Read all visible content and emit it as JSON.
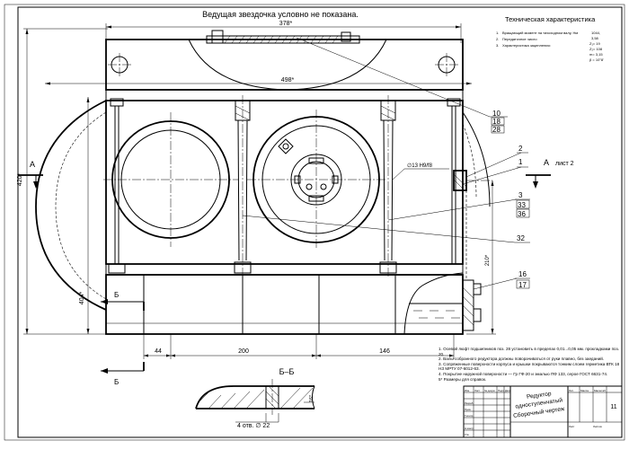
{
  "top_note": "Ведущая звездочка условно не показана.",
  "tech": {
    "title": "Техническая характеристика",
    "items": [
      {
        "num": "1.",
        "text": "Вращающий момент на тихоходном валу, Нм"
      },
      {
        "num": "2.",
        "text": "Передаточное число"
      },
      {
        "num": "3.",
        "text": "Характеристика зацепления:"
      }
    ],
    "values": [
      "1044,",
      "3,58",
      "Z₁= 19",
      "Z₂= 108",
      "m= 3,15",
      "β = 10°8'"
    ]
  },
  "dims": {
    "top_width": "378*",
    "width_498": "498*",
    "height_420": "420*",
    "height_404": "404*",
    "height_210": "210*",
    "fit": "∅13 H9/f8",
    "d44": "44",
    "d200": "200",
    "d146": "146",
    "holes": "4 отв. ∅ 22",
    "dim_16": "16*"
  },
  "section_marks": {
    "a_left": "А",
    "a_right": "А",
    "a_sheet": "лист 2",
    "b_top": "Б",
    "b_bottom": "Б",
    "section_title": "Б–Б"
  },
  "callouts": [
    "10",
    "18",
    "28",
    "2",
    "1",
    "3",
    "33",
    "36",
    "32",
    "16",
    "17"
  ],
  "notes": [
    {
      "num": "1.",
      "text": "Осевой люфт подшипников поз. 28 установить в пределах 0,01...0,05 мм. прокладками поз. 20."
    },
    {
      "num": "2.",
      "text": "Валы собранного редуктора должны поворачиваться от руки плавно, без заеданий."
    },
    {
      "num": "3.",
      "text": "Сопряженные поверхности корпуса и крышки покрываются тонким слоем герметика ВТК 18 НЗ МРТУ 07-6012-63."
    },
    {
      "num": "4.",
      "text": "Покрытие наружной поверхности — Гр ГФ-20 и эмалью ПФ 133, серое ГОСТ 6631-74."
    },
    {
      "num": "5*",
      "text": "Размеры для справок."
    }
  ],
  "title_block": {
    "name_line1": "Редуктор",
    "name_line2": "одноступенчатый",
    "name_line3": "Сборочный чертеж",
    "sheet_no": "11",
    "row_labels": [
      "Изм.",
      "Лист",
      "№ докум.",
      "Подп.",
      "Дата"
    ],
    "side_labels": [
      "Разраб.",
      "Пров.",
      "Т.контр.",
      "Н.контр.",
      "Утв."
    ],
    "lit": "Лит.",
    "mass": "Масса",
    "scale": "Масштаб",
    "sheet": "Лист",
    "sheets": "Листов"
  }
}
